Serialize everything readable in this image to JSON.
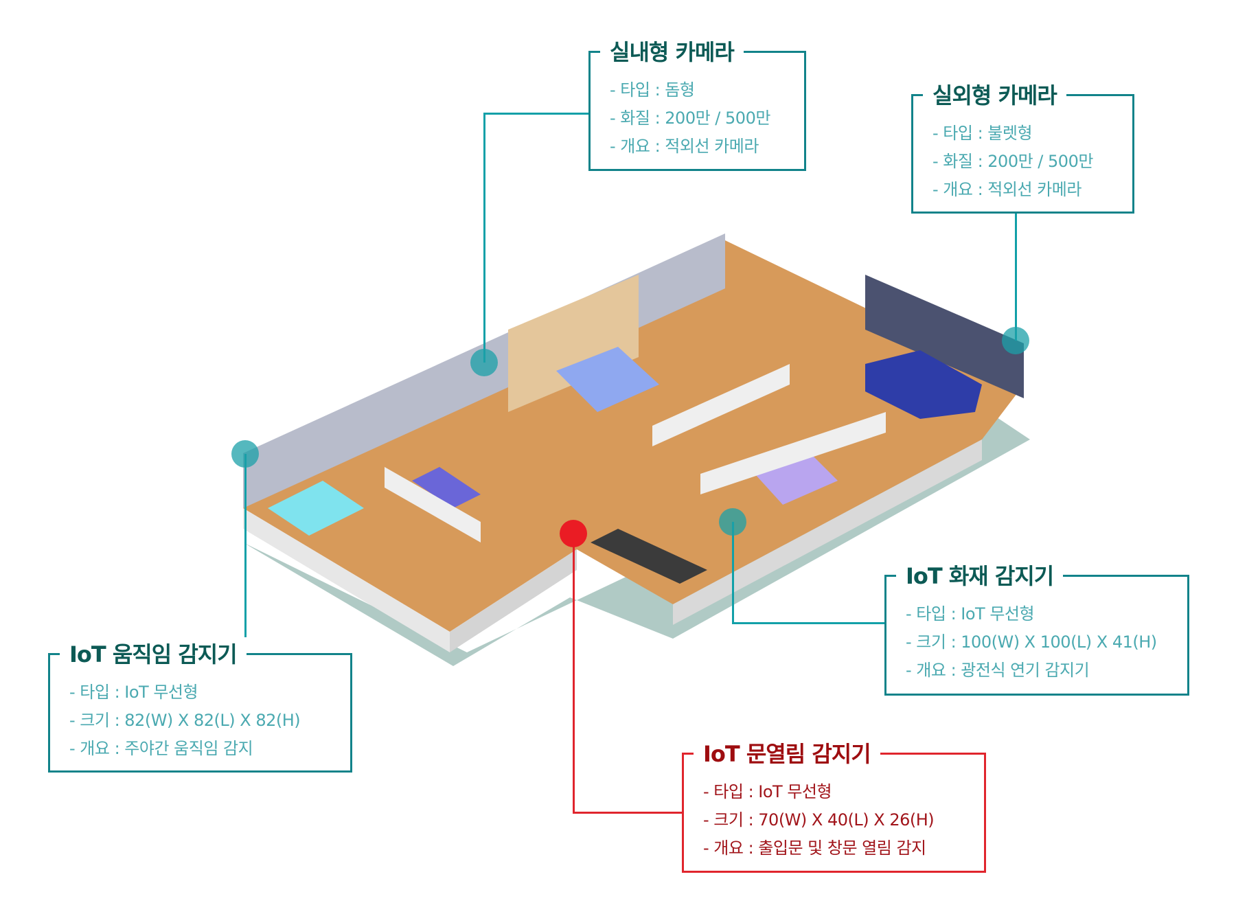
{
  "colors": {
    "teal": "#12838a",
    "teal_text": "#4aa9b0",
    "title": "#0c5a55",
    "red": "#e0252d",
    "red_text": "#a1141a"
  },
  "callouts": {
    "indoor_camera": {
      "title": "실내형 카메라",
      "items": [
        "- 타입 : 돔형",
        "- 화질 : 200만 / 500만",
        "- 개요 : 적외선 카메라"
      ]
    },
    "outdoor_camera": {
      "title": "실외형 카메라",
      "items": [
        "- 타입 : 불렛형",
        "- 화질 : 200만 / 500만",
        "- 개요 : 적외선 카메라"
      ]
    },
    "motion_sensor": {
      "title": "IoT 움직임 감지기",
      "items": [
        "- 타입 : IoT 무선형",
        "- 크기 : 82(W) X 82(L) X 82(H)",
        "- 개요 : 주야간 움직임 감지"
      ]
    },
    "fire_sensor": {
      "title": "IoT 화재 감지기",
      "items": [
        "- 타입 : IoT 무선형",
        "- 크기 : 100(W) X 100(L) X 41(H)",
        "- 개요 : 광전식 연기 감지기"
      ]
    },
    "door_sensor": {
      "title": "IoT 문열림 감지기",
      "items": [
        "- 타입 : IoT 무선형",
        "- 크기 : 70(W) X 40(L) X 26(H)",
        "- 개요 : 출입문 및 창문 열림 감지"
      ]
    }
  }
}
